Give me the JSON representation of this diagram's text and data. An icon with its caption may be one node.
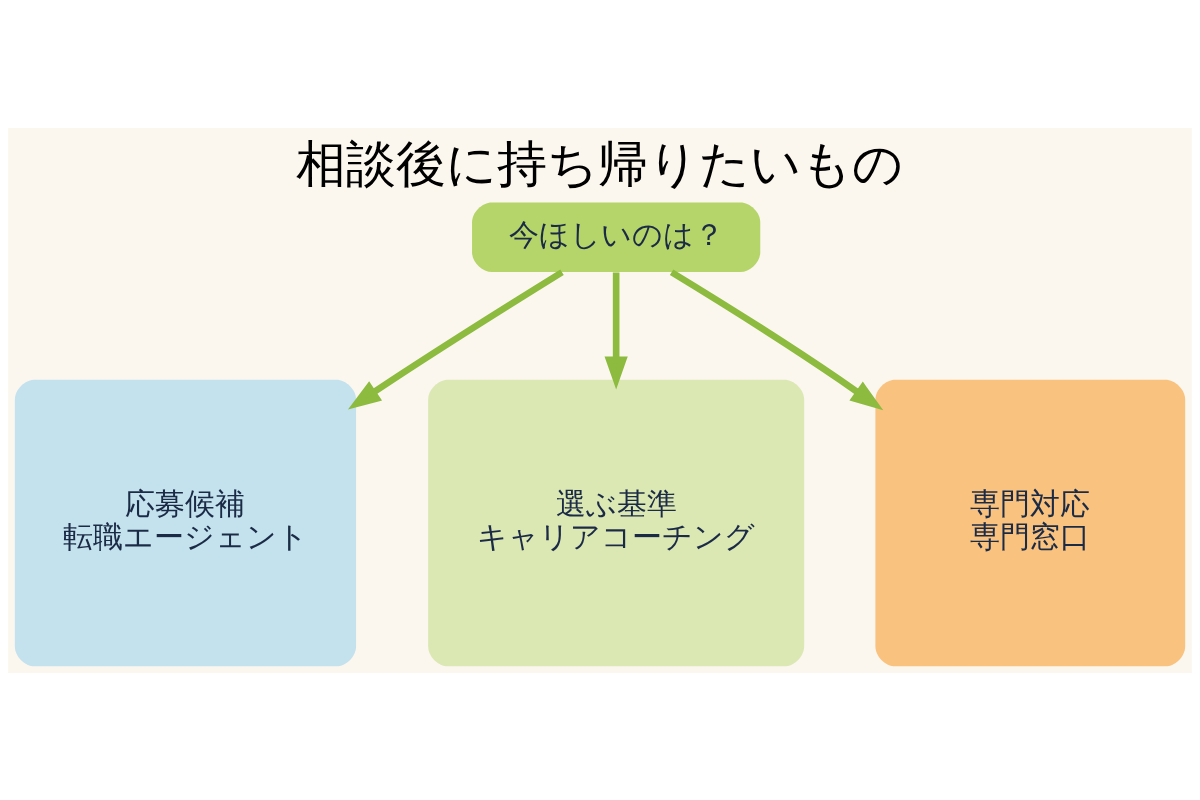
{
  "diagram": {
    "title": "相談後に持ち帰りたいもの",
    "nodes": [
      {
        "text": [
          "今ほしいのは？"
        ]
      },
      {
        "text": [
          "応募候補",
          "転職エージェント"
        ]
      },
      {
        "text": [
          "選ぶ基準",
          "キャリアコーチング"
        ]
      },
      {
        "text": [
          "専門対応",
          "専門窓口"
        ]
      }
    ],
    "edges": [
      {
        "from": 0,
        "to": 1,
        "arrow": "to"
      },
      {
        "from": 0,
        "to": 2,
        "arrow": "to"
      },
      {
        "from": 0,
        "to": 3,
        "arrow": "to"
      }
    ]
  }
}
